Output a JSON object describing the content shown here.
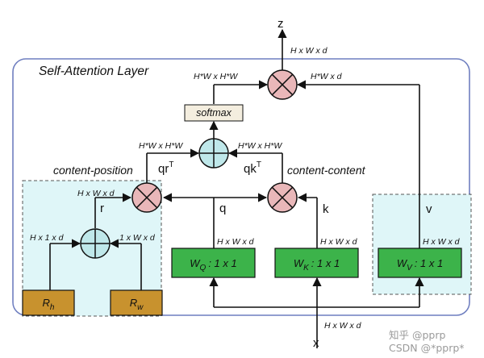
{
  "layer_title": "Self-Attention Layer",
  "output": {
    "symbol": "z",
    "dim": "H x W x d"
  },
  "input": {
    "symbol": "x",
    "dim": "H x W x d"
  },
  "softmax_label": "softmax",
  "edge_dims": {
    "attn_to_mult": "H*W x H*W",
    "v_to_mult": "H*W x d",
    "qr_to_add": "H*W x H*W",
    "qk_to_add": "H*W x H*W",
    "r_sum": "H x W x d",
    "wq_out": "H x W x d",
    "wk_out": "H x W x d",
    "wv_out": "H x W x d",
    "rh_out": "H x 1 x d",
    "rw_out": "1 x W x d"
  },
  "labels": {
    "content_position": "content-position",
    "content_content": "content-content",
    "qr_base": "qr",
    "qr_sup": "T",
    "qk_base": "qk",
    "qk_sup": "T",
    "r": "r",
    "q": "q",
    "k": "k",
    "v": "v"
  },
  "weights": {
    "wq": {
      "base": "W",
      "sub": "Q",
      "rest": ": 1 x 1"
    },
    "wk": {
      "base": "W",
      "sub": "K",
      "rest": ": 1 x 1"
    },
    "wv": {
      "base": "W",
      "sub": "V",
      "rest": ": 1 x 1"
    }
  },
  "positional": {
    "rh": {
      "base": "R",
      "sub": "h"
    },
    "rw": {
      "base": "R",
      "sub": "w"
    }
  },
  "colors": {
    "weight_fill": "#3cb34a",
    "pos_fill": "#c8922e",
    "mult_fill": "#e9b7b9",
    "add_fill": "#bfe8ea",
    "region_fill": "#dff6f8",
    "layer_border": "#6f7fc0",
    "softmax_fill": "#f4eedf"
  },
  "watermark": {
    "line1": "知乎 @pprp",
    "line2": "CSDN @*pprp*"
  }
}
